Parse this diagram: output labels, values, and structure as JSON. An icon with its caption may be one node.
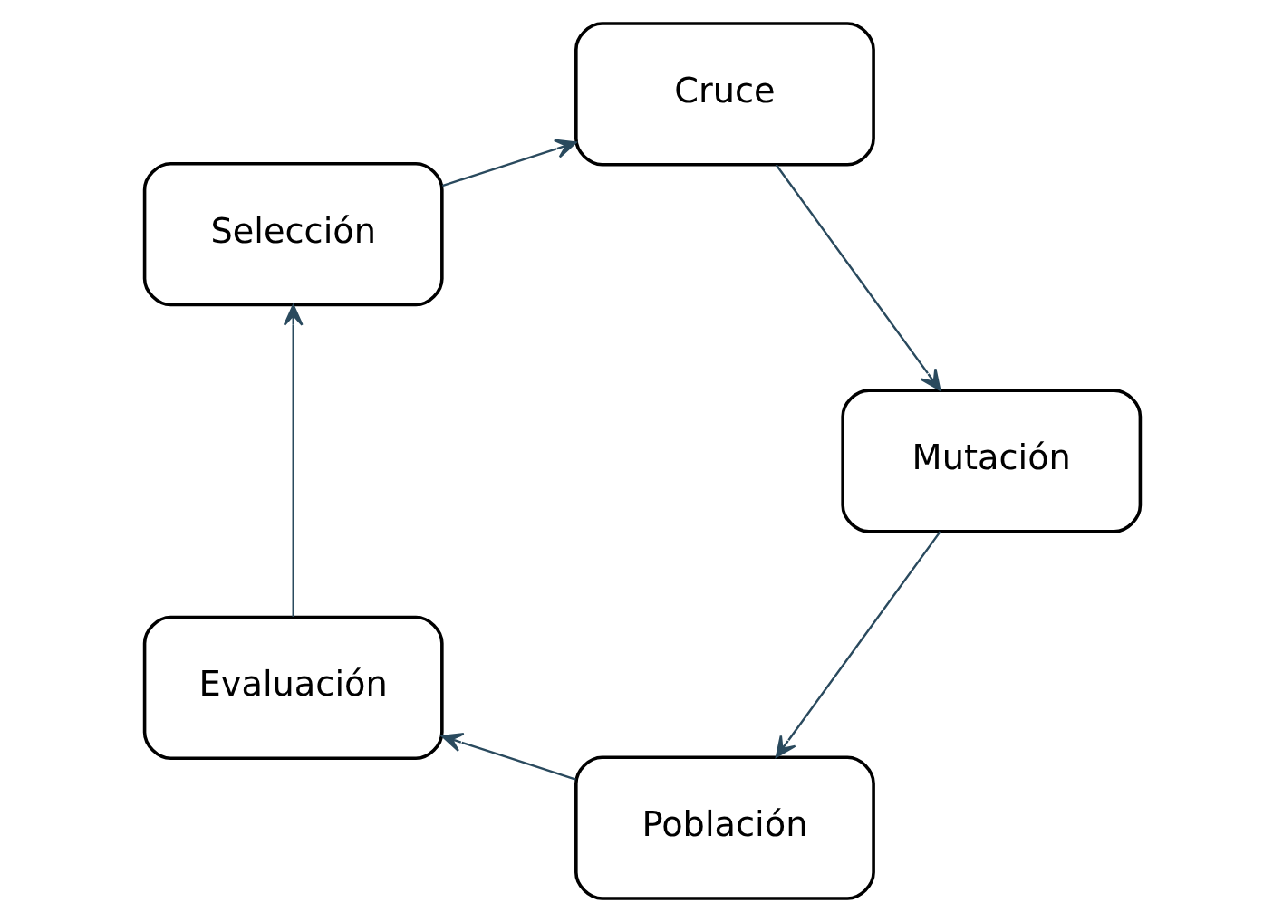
{
  "diagram": {
    "nodes": [
      {
        "text": [
          "Población"
        ]
      },
      {
        "text": [
          "Evaluación"
        ]
      },
      {
        "text": [
          "Selección"
        ]
      },
      {
        "text": [
          "Cruce"
        ]
      },
      {
        "text": [
          "Mutación"
        ]
      }
    ],
    "edges": [
      {
        "from": 0,
        "to": 1,
        "arrow": "to"
      },
      {
        "from": 1,
        "to": 2,
        "arrow": "to"
      },
      {
        "from": 2,
        "to": 3,
        "arrow": "to"
      },
      {
        "from": 3,
        "to": 4,
        "arrow": "to"
      },
      {
        "from": 4,
        "to": 0,
        "arrow": "to"
      }
    ]
  }
}
